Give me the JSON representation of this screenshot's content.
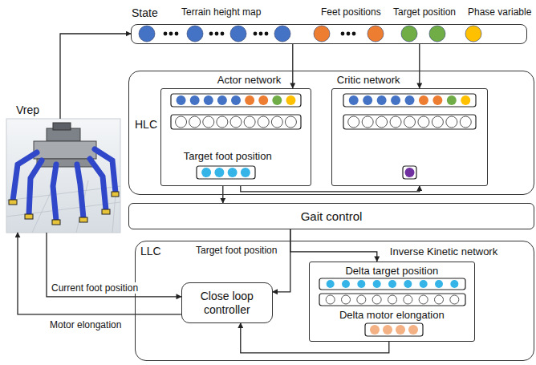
{
  "diagram": {
    "nodes": [
      {
        "text": [
          "State"
        ]
      },
      {
        "text": [
          "HLC"
        ]
      },
      {
        "text": [
          "Actor network",
          "Target foot position"
        ],
        "in": 1
      },
      {
        "text": [
          "Critic network"
        ],
        "in": 1
      },
      {
        "text": [
          "Gait control"
        ]
      },
      {
        "text": [
          "LLC"
        ]
      },
      {
        "text": [
          "Close loop controller"
        ],
        "in": 5
      },
      {
        "text": [
          "Inverse Kinetic network",
          "Delta target position",
          "Delta motor elongation"
        ],
        "in": 5
      },
      {
        "text": [
          "Vrep"
        ]
      }
    ],
    "edges": [
      {
        "from": 8,
        "to": 0,
        "arrow": "to"
      },
      {
        "from": 0,
        "to": 2,
        "arrow": "to"
      },
      {
        "from": 0,
        "to": 3,
        "arrow": "to"
      },
      {
        "from": 2,
        "to": 4,
        "arrow": "to"
      },
      {
        "from": 2,
        "to": 3,
        "arrow": "to"
      },
      {
        "from": 4,
        "to": 6,
        "label": "Target foot position",
        "arrow": "to"
      },
      {
        "from": 4,
        "to": 7,
        "arrow": "to"
      },
      {
        "from": 7,
        "to": 6,
        "arrow": "to"
      },
      {
        "from": 8,
        "to": 6,
        "label": "Current foot position",
        "arrow": "to"
      },
      {
        "from": 6,
        "to": 8,
        "label": "Motor elongation",
        "arrow": "to"
      }
    ],
    "labels": [
      "Terrain height map",
      "Feet positions",
      "Target position",
      "Phase variable"
    ]
  }
}
